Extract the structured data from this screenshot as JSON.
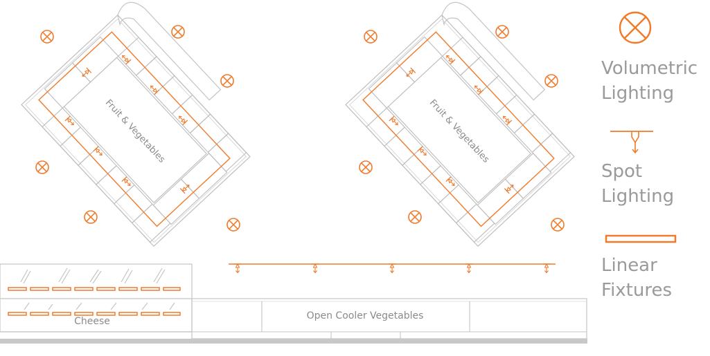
{
  "colors": {
    "lighting": "#f07a2a",
    "fixture_outline": "#bdbdbd",
    "label_text": "#8a8a8a",
    "legend_text": "#9a9a9a"
  },
  "islands": [
    {
      "label": "Fruit & Vegetables"
    },
    {
      "label": "Fruit & Vegetables"
    }
  ],
  "counters": {
    "cheese_label": "Cheese",
    "cooler_label": "Open Cooler Vegetables"
  },
  "legend": {
    "volumetric": {
      "icon": "volumetric-light-icon",
      "line1": "Volumetric",
      "line2": "Lighting"
    },
    "spot": {
      "icon": "spot-light-icon",
      "line1": "Spot",
      "line2": "Lighting"
    },
    "linear": {
      "icon": "linear-fixture-icon",
      "line1": "Linear",
      "line2": "Fixtures"
    }
  }
}
